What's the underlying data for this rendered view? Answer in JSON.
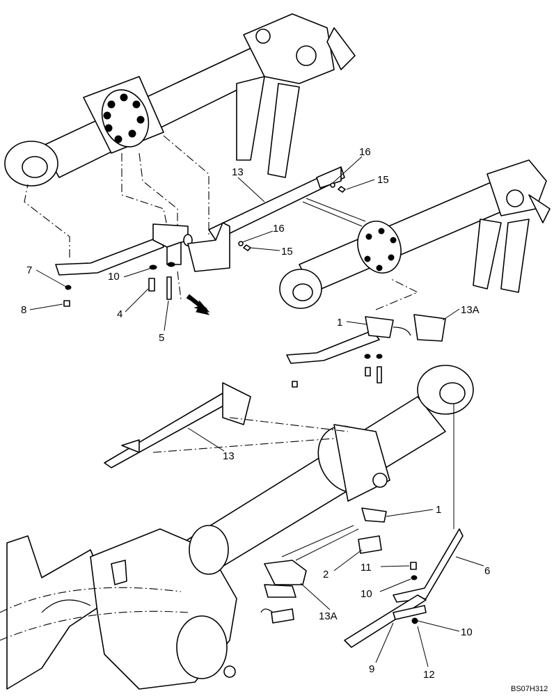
{
  "diagram": {
    "reference_code": "BS07H312",
    "callouts": {
      "c1a": "1",
      "c1b": "1",
      "c2": "2",
      "c4": "4",
      "c5": "5",
      "c6": "6",
      "c7": "7",
      "c8": "8",
      "c9": "9",
      "c10a": "10",
      "c10b": "10",
      "c10c": "10",
      "c11": "11",
      "c12": "12",
      "c13a": "13",
      "c13b": "13",
      "c13Aa": "13A",
      "c13Ab": "13A",
      "c15a": "15",
      "c15b": "15",
      "c16a": "16",
      "c16b": "16"
    }
  }
}
